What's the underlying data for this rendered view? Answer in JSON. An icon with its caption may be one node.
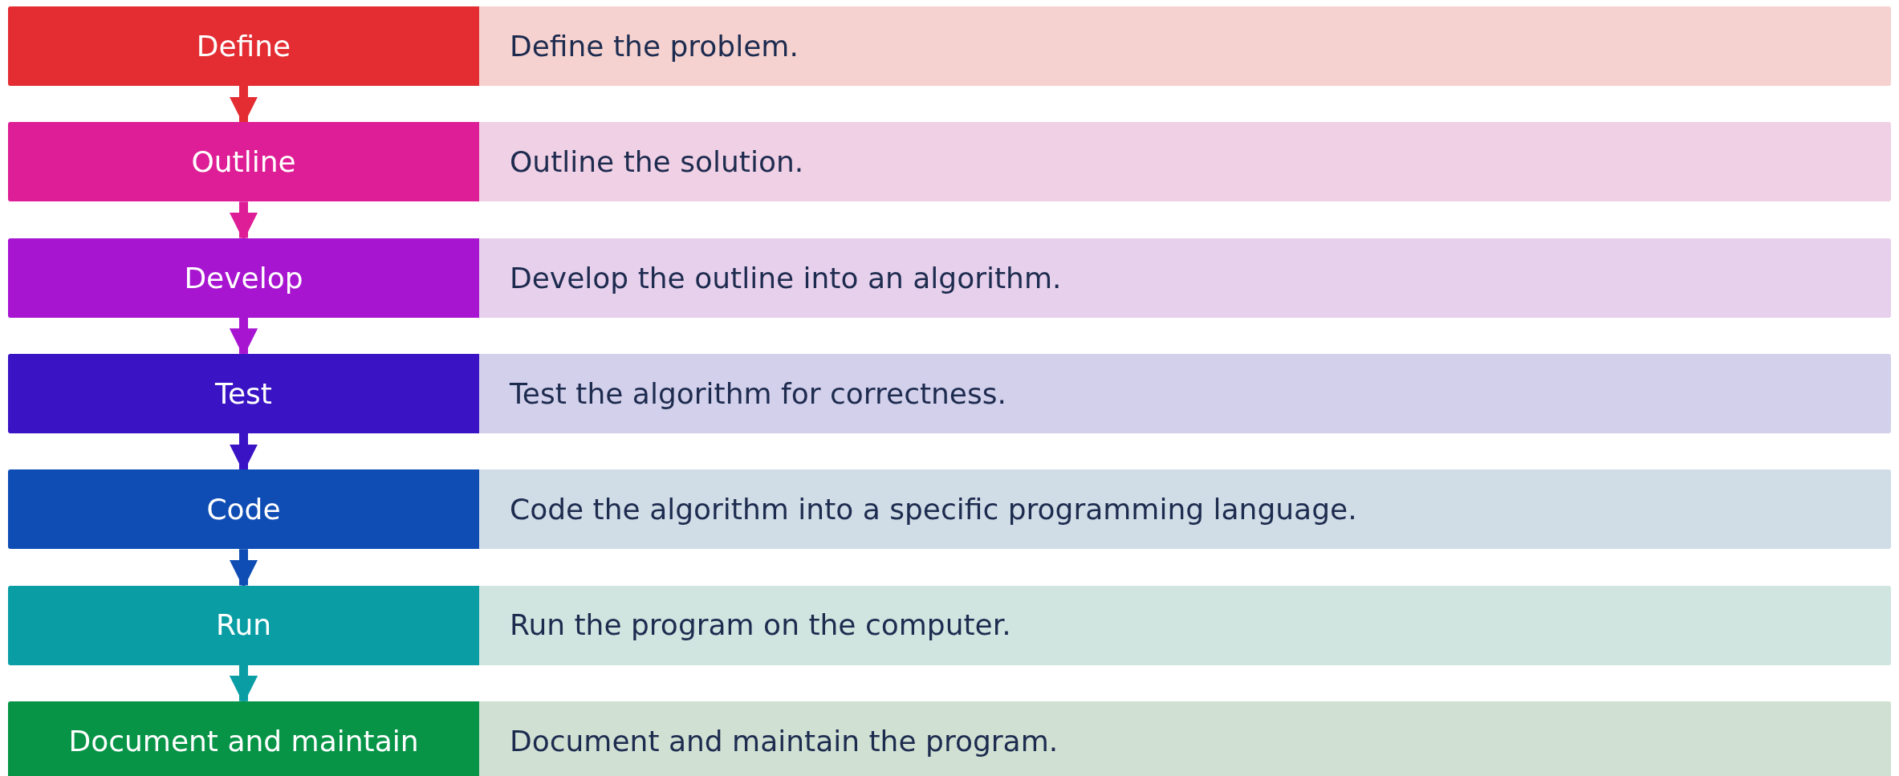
{
  "diagram": {
    "nodes": [
      {
        "text": [
          "Define"
        ]
      },
      {
        "text": [
          "Define the problem."
        ]
      },
      {
        "text": [
          "Outline"
        ]
      },
      {
        "text": [
          "Outline the solution."
        ]
      },
      {
        "text": [
          "Develop"
        ]
      },
      {
        "text": [
          "Develop the outline into an algorithm."
        ]
      },
      {
        "text": [
          "Test"
        ]
      },
      {
        "text": [
          "Test the algorithm for correctness."
        ]
      },
      {
        "text": [
          "Code"
        ]
      },
      {
        "text": [
          "Code the algorithm into a specific programming language."
        ]
      },
      {
        "text": [
          "Run"
        ]
      },
      {
        "text": [
          "Run the program on the computer."
        ]
      },
      {
        "text": [
          "Document and maintain"
        ]
      },
      {
        "text": [
          "Document and maintain the program."
        ]
      }
    ],
    "edges": [
      {
        "from": 0,
        "to": 2,
        "arrow": "to",
        "color": "#e32d33"
      },
      {
        "from": 2,
        "to": 4,
        "arrow": "to",
        "color": "#de1e96"
      },
      {
        "from": 4,
        "to": 6,
        "arrow": "to",
        "color": "#a815d1"
      },
      {
        "from": 6,
        "to": 8,
        "arrow": "to",
        "color": "#3913c4"
      },
      {
        "from": 8,
        "to": 10,
        "arrow": "to",
        "color": "#0f4db5"
      },
      {
        "from": 10,
        "to": 12,
        "arrow": "to",
        "color": "#0a9ea4"
      }
    ]
  }
}
